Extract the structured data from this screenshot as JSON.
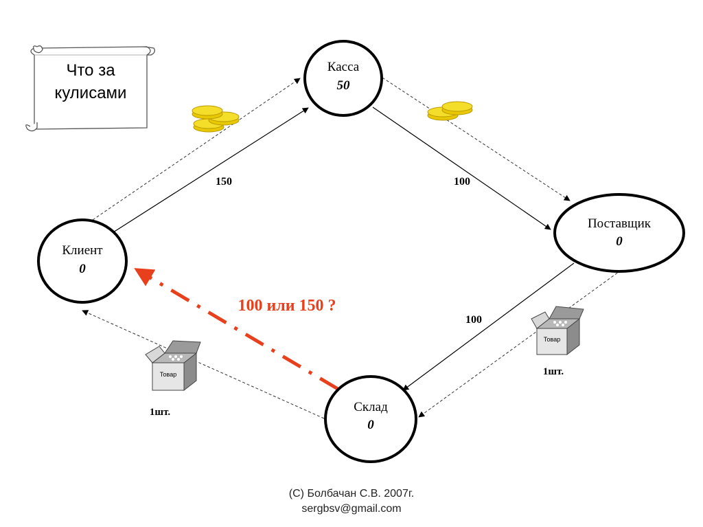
{
  "scroll": {
    "line1": "Что за",
    "line2": "кулисами"
  },
  "nodes": {
    "kassa": {
      "title": "Касса",
      "value": "50"
    },
    "klient": {
      "title": "Клиент",
      "value": "0"
    },
    "postavshik": {
      "title": "Поставщик",
      "value": "0"
    },
    "sklad": {
      "title": "Склад",
      "value": "0"
    }
  },
  "edges": {
    "klient_kassa": "150",
    "kassa_postavshik": "100",
    "postavshik_sklad": "100"
  },
  "goods": {
    "box_label": "Товар",
    "qty": "1шт."
  },
  "question": {
    "text": "100 или 150 ?",
    "color": "#e8401c"
  },
  "icons": [
    "scroll-icon",
    "coins-icon",
    "box-icon"
  ],
  "footer": {
    "line1": "(С) Болбачан  С.В. 2007г.",
    "line2": "sergbsv@gmail.com"
  }
}
